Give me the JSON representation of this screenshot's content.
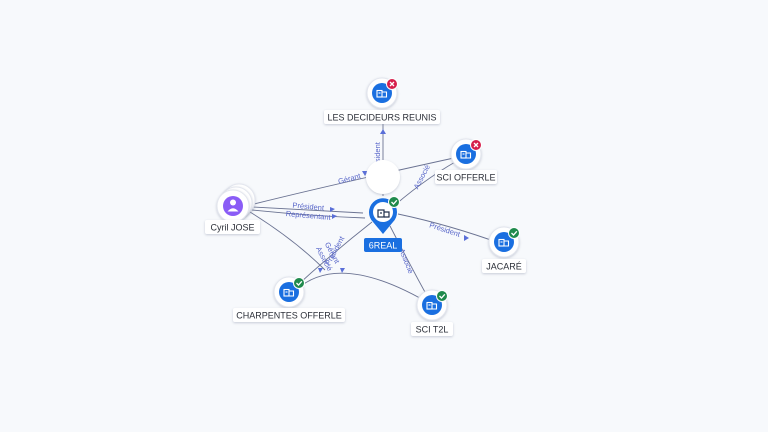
{
  "center": {
    "label": "6REAL",
    "icon": "company-icon",
    "status": "active"
  },
  "person": {
    "label": "Cyril JOSE",
    "icon": "person-icon"
  },
  "companies": [
    {
      "id": "decideurs",
      "label": "LES DECIDEURS REUNIS",
      "icon": "company-icon",
      "status": "closed"
    },
    {
      "id": "sci-offerle",
      "label": "SCI OFFERLE",
      "icon": "company-icon",
      "status": "closed"
    },
    {
      "id": "jacare",
      "label": "JACARÉ",
      "icon": "company-icon",
      "status": "active"
    },
    {
      "id": "sci-t2l",
      "label": "SCI T2L",
      "icon": "company-icon",
      "status": "active"
    },
    {
      "id": "charpentes",
      "label": "CHARPENTES OFFERLE",
      "icon": "company-icon",
      "status": "active"
    }
  ],
  "edge_labels": {
    "decideurs": "Président",
    "sci_offerle": "Associé",
    "jacare": "Président",
    "sci_t2l": "Associé",
    "person_gerant": "Gérant",
    "person_president": "Président",
    "person_representant": "Représentant",
    "charpentes_a": "Gérant",
    "charpentes_b": "Associé",
    "charpentes_c": "Président"
  },
  "colors": {
    "background": "#f7f9fc",
    "company_blue": "#1a6fe0",
    "person_purple": "#8a5cf6",
    "active_green": "#1f8a4c",
    "closed_red": "#d61f4c",
    "edge": "#6b7392",
    "edge_label": "#5866c9"
  }
}
